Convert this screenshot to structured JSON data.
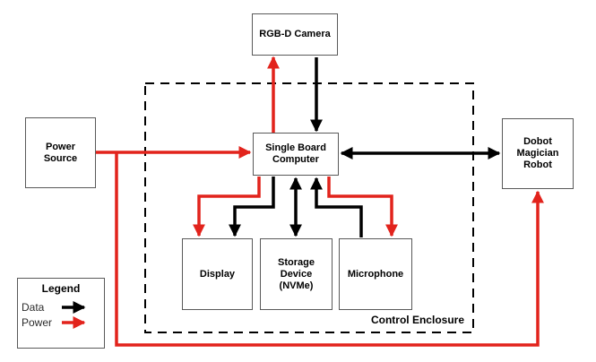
{
  "diagram": {
    "colors": {
      "data_line": "#000000",
      "power_line": "#e2231c",
      "box_border": "#595959",
      "background": "#ffffff"
    },
    "nodes": {
      "camera": {
        "label": "RGB-D Camera"
      },
      "power": {
        "label": "Power Source"
      },
      "sbc": {
        "label": "Single Board Computer"
      },
      "robot": {
        "label": "Dobot Magician Robot"
      },
      "display": {
        "label": "Display"
      },
      "storage": {
        "label": "Storage Device (NVMe)"
      },
      "mic": {
        "label": "Microphone"
      }
    },
    "enclosure": {
      "label": "Control Enclosure"
    },
    "legend": {
      "title": "Legend",
      "items": [
        {
          "label": "Data",
          "color": "#000000"
        },
        {
          "label": "Power",
          "color": "#e2231c"
        }
      ]
    },
    "connections": [
      {
        "from": "single-board-computer",
        "to": "rgbd-camera",
        "type": "power"
      },
      {
        "from": "rgbd-camera",
        "to": "single-board-computer",
        "type": "data"
      },
      {
        "from": "power-source",
        "to": "single-board-computer",
        "type": "power"
      },
      {
        "from": "single-board-computer",
        "to": "dobot-magician-robot",
        "type": "data",
        "bidirectional": true
      },
      {
        "from": "single-board-computer",
        "to": "display",
        "type": "power"
      },
      {
        "from": "single-board-computer",
        "to": "display",
        "type": "data"
      },
      {
        "from": "single-board-computer",
        "to": "storage-device-nvme",
        "type": "data",
        "bidirectional": true
      },
      {
        "from": "microphone",
        "to": "single-board-computer",
        "type": "data"
      },
      {
        "from": "single-board-computer",
        "to": "microphone",
        "type": "power"
      },
      {
        "from": "power-source",
        "to": "dobot-magician-robot",
        "type": "power"
      }
    ]
  }
}
